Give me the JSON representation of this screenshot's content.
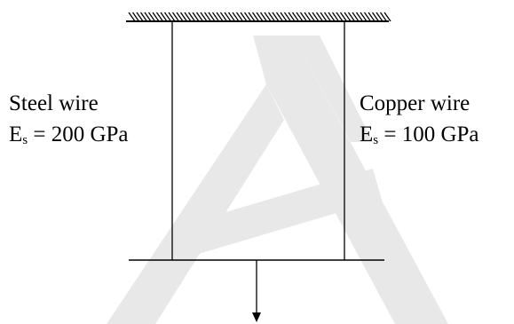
{
  "steel": {
    "name": "Steel wire",
    "modulus_symbol": "E",
    "modulus_subscript": "s",
    "modulus_value": " = 200 GPa"
  },
  "copper": {
    "name": "Copper wire",
    "modulus_symbol": "E",
    "modulus_subscript": "s",
    "modulus_value": " = 100 GPa"
  },
  "colors": {
    "line": "#000000",
    "watermark": "#e6e6e6"
  }
}
